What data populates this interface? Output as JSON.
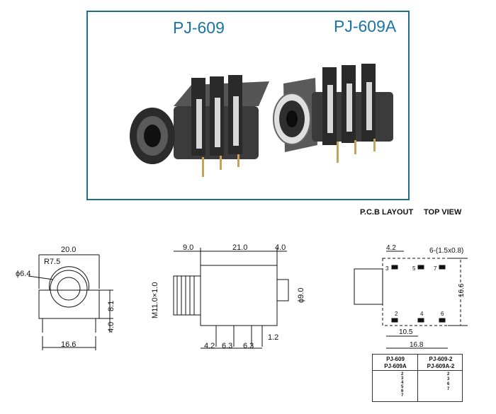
{
  "products": {
    "model_left": "PJ-609",
    "model_right": "PJ-609A"
  },
  "views": {
    "pcb_layout": "P.C.B LAYOUT",
    "top_view": "TOP VIEW"
  },
  "front_view": {
    "width": "20.0",
    "radius": "R7.5",
    "hole": "ϕ6.4",
    "height": "8.1",
    "leg": "4.0",
    "pin_span": "16.6"
  },
  "side_view": {
    "front": "9.0",
    "body": "21.0",
    "rear": "4.0",
    "thread": "M11.0×1.0",
    "dia": "ϕ9.0",
    "p1": "4.2",
    "p2": "6.3",
    "p3": "6.3",
    "p4": "1.2"
  },
  "pcb": {
    "top": "4.2",
    "holes": "6-(1.5x0.8)",
    "height": "16.6",
    "mid": "10.5",
    "total": "16.8",
    "pins_top": [
      "3",
      "5",
      "7"
    ],
    "pins_bottom": [
      "2",
      "4",
      "6"
    ]
  },
  "table": {
    "r1c1": "PJ-609",
    "r1c2": "PJ-609-2",
    "r2c1": "PJ-609A",
    "r2c2": "PJ-609A-2",
    "left_pins": [
      "2",
      "3",
      "4",
      "5",
      "6",
      "7"
    ],
    "right_pins": [
      "2",
      "3",
      "6",
      "7"
    ]
  }
}
